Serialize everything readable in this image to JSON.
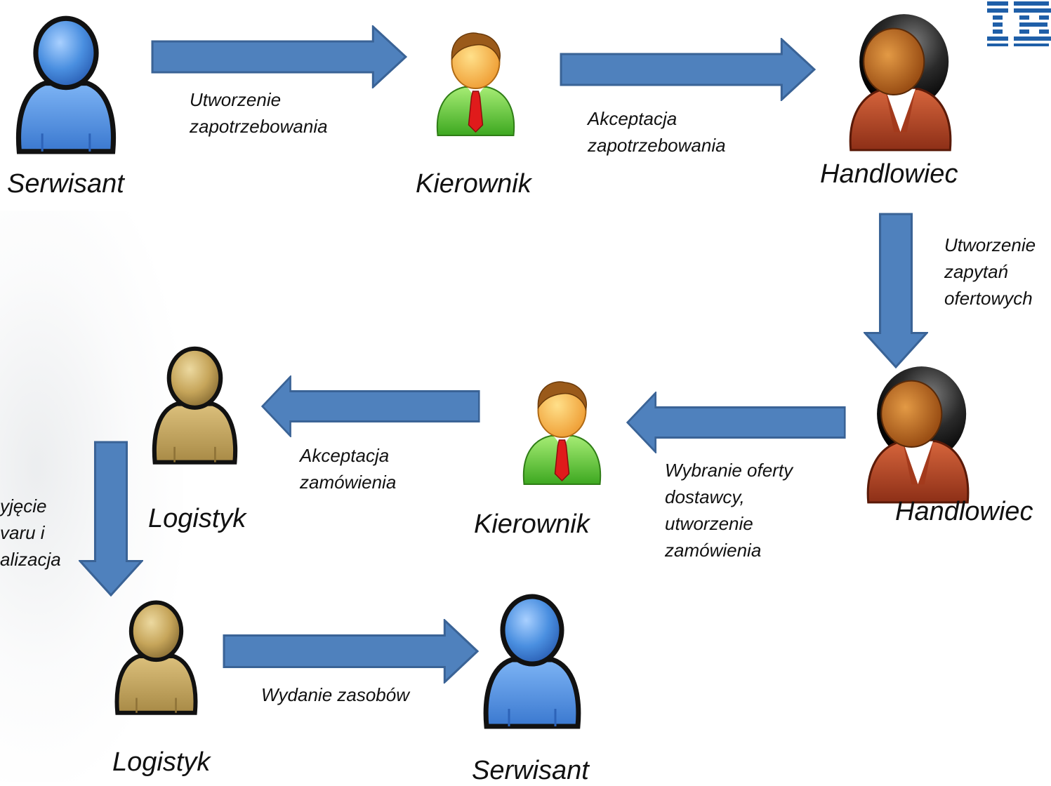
{
  "roles": {
    "serwisant_top": "Serwisant",
    "kierownik_top": "Kierownik",
    "handlowiec_top": "Handlowiec",
    "handlowiec_mid": "Handlowiec",
    "kierownik_mid": "Kierownik",
    "logistyk_mid": "Logistyk",
    "logistyk_bottom": "Logistyk",
    "serwisant_bottom": "Serwisant"
  },
  "steps": {
    "step1": [
      "Utworzenie",
      "zapotrzebowania"
    ],
    "step2": [
      "Akceptacja",
      "zapotrzebowania"
    ],
    "step3": [
      "Utworzenie",
      "zapytań",
      "ofertowych"
    ],
    "step4": [
      "Wybranie oferty",
      "dostawcy,",
      "utworzenie",
      "zamówienia"
    ],
    "step5": [
      "Akceptacja",
      "zamówienia"
    ],
    "step6": [
      "yjęcie",
      "varu i",
      "alizacja"
    ],
    "step7": [
      "Wydanie zasobów"
    ]
  },
  "logo": {
    "text": "IBM",
    "color": "#1f5fa8"
  },
  "colors": {
    "arrow_fill": "#4f81bd",
    "arrow_stroke": "#3a6396",
    "serwisant": "#4a8fe0",
    "kierownik_body": "#5fc93a",
    "kierownik_face": "#f3b348",
    "handlowiec_body": "#b8492a",
    "handlowiec_face": "#c97a2a",
    "logistyk": "#c6a55a"
  }
}
